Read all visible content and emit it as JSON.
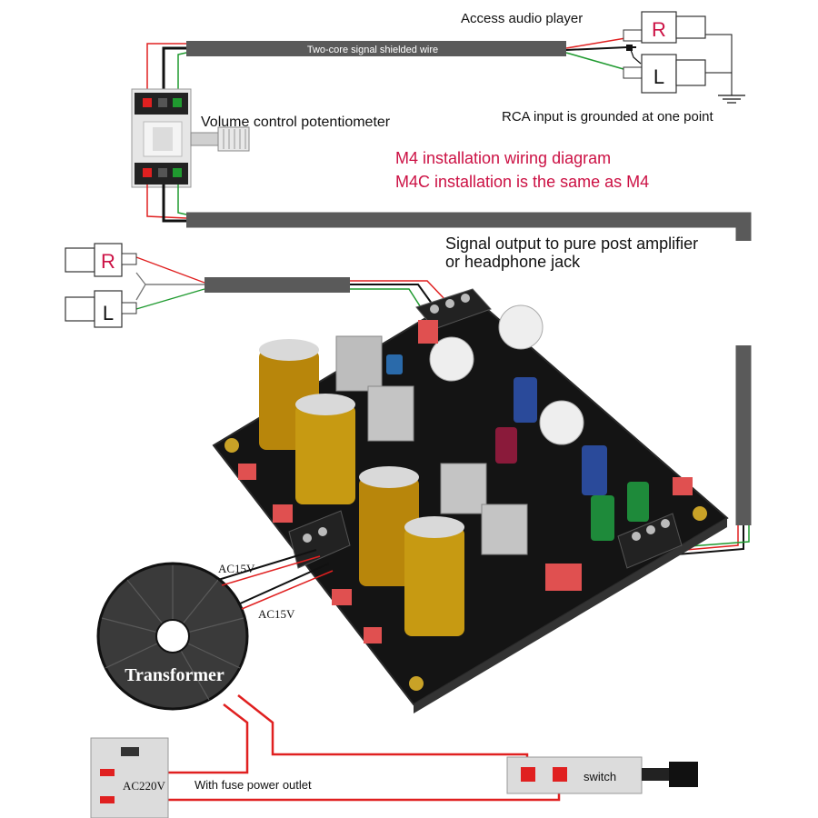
{
  "labels": {
    "access_audio_player": "Access audio player",
    "shielded_wire": "Two-core signal shielded wire",
    "rca_grounded": "RCA input is grounded at one point",
    "volume_pot": "Volume control potentiometer",
    "title_m4": "M4 installation wiring diagram",
    "title_m4c": "M4C installation is the same as M4",
    "signal_output_line1": "Signal output to pure post amplifier",
    "signal_output_line2": "or headphone jack",
    "ac15v_top": "AC15V",
    "ac15v_bottom": "AC15V",
    "transformer": "Transformer",
    "ac220v": "AC220V",
    "fuse_outlet": "With fuse power outlet",
    "switch": "switch",
    "rca_r": "R",
    "rca_l": "L",
    "out_r": "R",
    "out_l": "L"
  },
  "colors": {
    "wire_red": "#e02020",
    "wire_black": "#111111",
    "wire_green": "#1f9a2f",
    "cable_gray": "#5a5a5a",
    "title_red": "#cc1144",
    "pcb_black": "#141414"
  }
}
